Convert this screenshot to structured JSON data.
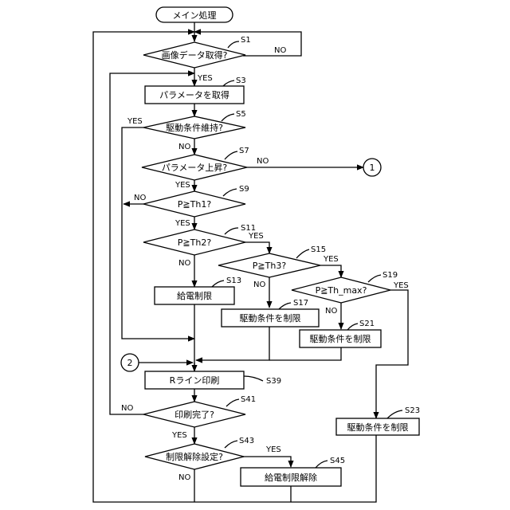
{
  "flowchart": {
    "start": "メイン処理",
    "s1": {
      "id": "S1",
      "text": "画像データ取得?",
      "no": "NO"
    },
    "s3": {
      "id": "S3",
      "text": "パラメータを取得",
      "yes": "YES"
    },
    "s5": {
      "id": "S5",
      "text": "駆動条件維持?",
      "yes": "YES",
      "no": "NO"
    },
    "s7": {
      "id": "S7",
      "text": "パラメータ上昇?",
      "yes": "YES",
      "no": "NO"
    },
    "s9": {
      "id": "S9",
      "text": "P≧Th1?",
      "yes": "YES",
      "no": "NO"
    },
    "s11": {
      "id": "S11",
      "text": "P≧Th2?",
      "yes": "YES",
      "no": "NO"
    },
    "s13": {
      "id": "S13",
      "text": "給電制限"
    },
    "s15": {
      "id": "S15",
      "text": "P≧Th3?",
      "yes": "YES",
      "no": "NO"
    },
    "s17": {
      "id": "S17",
      "text": "駆動条件を制限"
    },
    "s19": {
      "id": "S19",
      "text": "P≧Th_max?",
      "yes": "YES",
      "no": "NO"
    },
    "s21": {
      "id": "S21",
      "text": "駆動条件を制限"
    },
    "s23": {
      "id": "S23",
      "text": "駆動条件を制限"
    },
    "s39": {
      "id": "S39",
      "text": "Rライン印刷"
    },
    "s41": {
      "id": "S41",
      "text": "印刷完了?",
      "yes": "YES",
      "no": "NO"
    },
    "s43": {
      "id": "S43",
      "text": "制限解除設定?",
      "yes": "YES",
      "no": "NO"
    },
    "s45": {
      "id": "S45",
      "text": "給電制限解除"
    },
    "connector_1": "1",
    "connector_2": "2"
  }
}
